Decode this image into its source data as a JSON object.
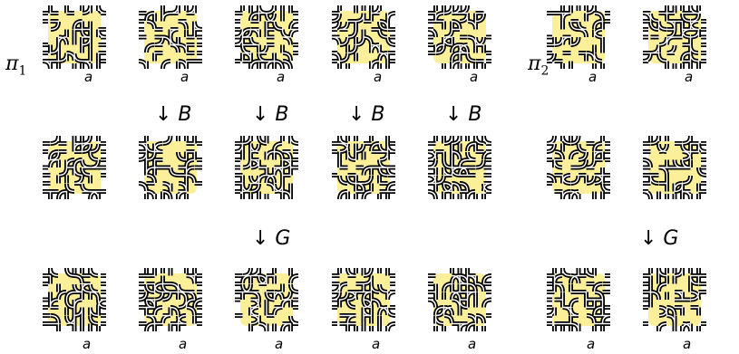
{
  "colors": {
    "tile_fill": "#fbef9a",
    "strand_outer": "#000000",
    "strand_inner": "#ffffff",
    "text": "#000000"
  },
  "labels": {
    "pi1": "π",
    "pi1_sub": "1",
    "pi2": "π",
    "pi2_sub": "2",
    "a": "a",
    "arrow_B": "↓ B",
    "arrow_G": "↓ G"
  },
  "rows": [
    {
      "id": "top",
      "group1_count": 5,
      "group2_count": 2,
      "labeled_below": true
    },
    {
      "id": "middle",
      "group1_count": 5,
      "group2_count": 2,
      "labeled_below": false
    },
    {
      "id": "bottom",
      "group1_count": 5,
      "group2_count": 2,
      "labeled_below": true
    }
  ],
  "operations": [
    {
      "between": [
        "top",
        "middle"
      ],
      "label": "↓ B",
      "count": 4
    },
    {
      "between": [
        "middle",
        "bottom"
      ],
      "label": "↓ G",
      "count": 2
    }
  ]
}
